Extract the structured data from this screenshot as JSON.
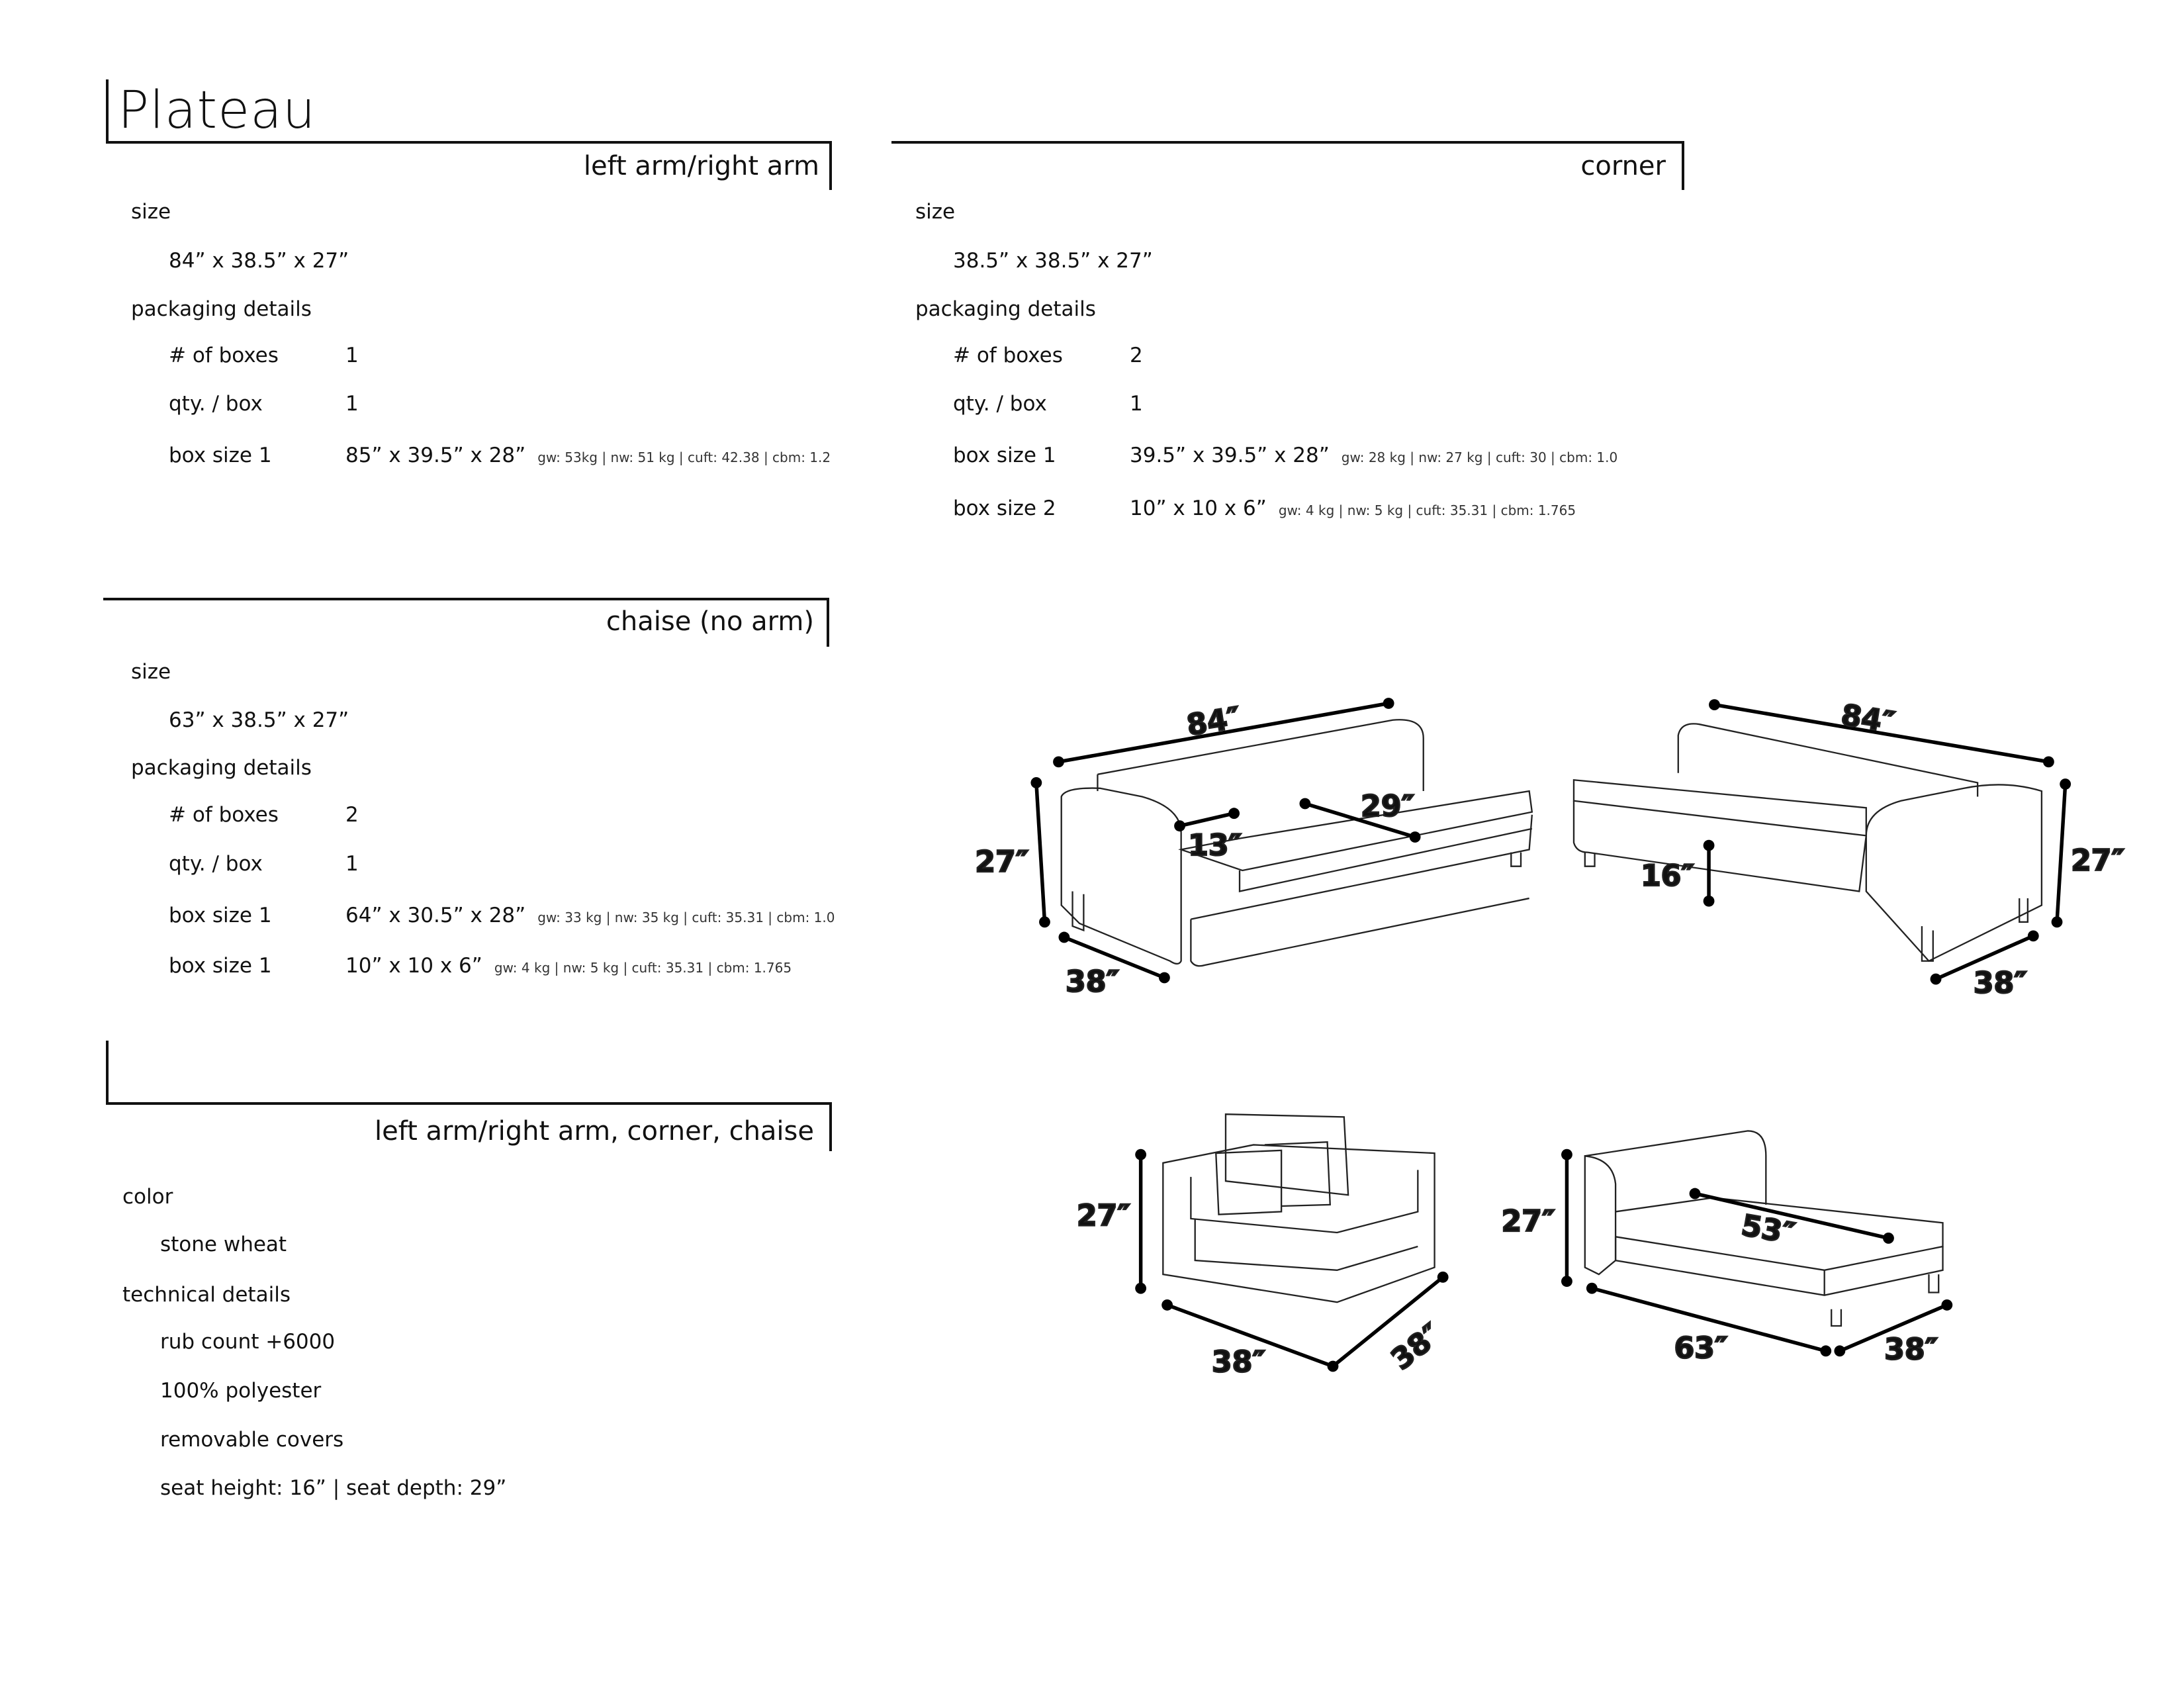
{
  "title": "Plateau",
  "arm": {
    "header": "left arm/right arm",
    "size_label": "size",
    "size": "84” x 38.5” x 27”",
    "packaging_label": "packaging details",
    "rows": [
      {
        "label": "# of boxes",
        "value": "1",
        "extra": ""
      },
      {
        "label": "qty. / box",
        "value": "1",
        "extra": ""
      },
      {
        "label": "box size 1",
        "value": "85” x 39.5” x 28”",
        "extra": "gw: 53kg  | nw: 51 kg  | cuft: 42.38  | cbm: 1.2"
      }
    ]
  },
  "corner": {
    "header": "corner",
    "size_label": "size",
    "size": "38.5” x 38.5” x 27”",
    "packaging_label": "packaging details",
    "rows": [
      {
        "label": "# of boxes",
        "value": "2",
        "extra": ""
      },
      {
        "label": "qty. / box",
        "value": "1",
        "extra": ""
      },
      {
        "label": "box size 1",
        "value": "39.5” x 39.5” x 28”",
        "extra": "gw: 28 kg  | nw: 27 kg  | cuft: 30  | cbm: 1.0"
      },
      {
        "label": "box size 2",
        "value": "10” x 10 x 6”",
        "extra": "gw: 4 kg  | nw: 5 kg  | cuft: 35.31  | cbm: 1.765"
      }
    ]
  },
  "chaise": {
    "header": "chaise (no arm)",
    "size_label": "size",
    "size": "63” x 38.5” x 27”",
    "packaging_label": "packaging details",
    "rows": [
      {
        "label": "# of boxes",
        "value": "2",
        "extra": ""
      },
      {
        "label": "qty. / box",
        "value": "1",
        "extra": ""
      },
      {
        "label": "box size 1",
        "value": "64” x 30.5” x 28”",
        "extra": "gw: 33 kg  | nw: 35 kg  | cuft: 35.31  | cbm: 1.0"
      },
      {
        "label": "box size 1",
        "value": "10” x 10 x 6”",
        "extra": "gw: 4 kg  | nw: 5 kg  | cuft: 35.31  | cbm: 1.765"
      }
    ]
  },
  "common": {
    "header": "left arm/right arm, corner, chaise",
    "color_label": "color",
    "color": "stone wheat",
    "tech_label": "technical details",
    "tech": [
      "rub count +6000",
      "100% polyester",
      "removable covers",
      "seat height: 16”  |  seat depth: 29”"
    ]
  },
  "diagrams": {
    "left_arm": {
      "width": "84″",
      "height": "27″",
      "depth": "38″",
      "arm": "13″",
      "seat_depth": "29″"
    },
    "right_arm": {
      "width": "84″",
      "height": "27″",
      "depth": "38″",
      "seat_height": "16″"
    },
    "corner": {
      "height": "27″",
      "depth_a": "38″",
      "depth_b": "38″"
    },
    "chaise": {
      "height": "27″",
      "seat": "53″",
      "length": "63″",
      "depth": "38″"
    }
  }
}
